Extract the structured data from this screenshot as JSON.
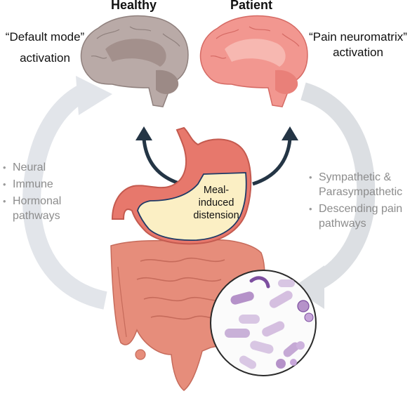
{
  "headers": {
    "healthy": "Healthy",
    "patient": "Patient"
  },
  "captions": {
    "default_mode_line1": "“Default mode”",
    "default_mode_line2": "activation",
    "pain_line1": "“Pain neuromatrix”",
    "pain_line2": "activation"
  },
  "left_list": [
    "Neural",
    "Immune",
    "Hormonal pathways"
  ],
  "right_list": [
    "Sympathetic & Parasympathetic",
    "Descending pain pathways"
  ],
  "stomach_label": {
    "line1": "Meal-",
    "line2": "induced",
    "line3": "distension"
  },
  "colors": {
    "healthy_brain": "#b6a6a3",
    "patient_brain": "#f08c8c",
    "stomach": "#e87a6e",
    "stomach_content": "#fbeec3",
    "intestine": "#e58a76",
    "cycle_arrows": "#dfe2e6",
    "dark_arrows": "#243545",
    "microbes_purple": "#b592c9"
  },
  "icons": [
    "healthy-brain-icon",
    "patient-brain-icon",
    "stomach-icon",
    "intestine-icon",
    "microbiome-icon"
  ]
}
